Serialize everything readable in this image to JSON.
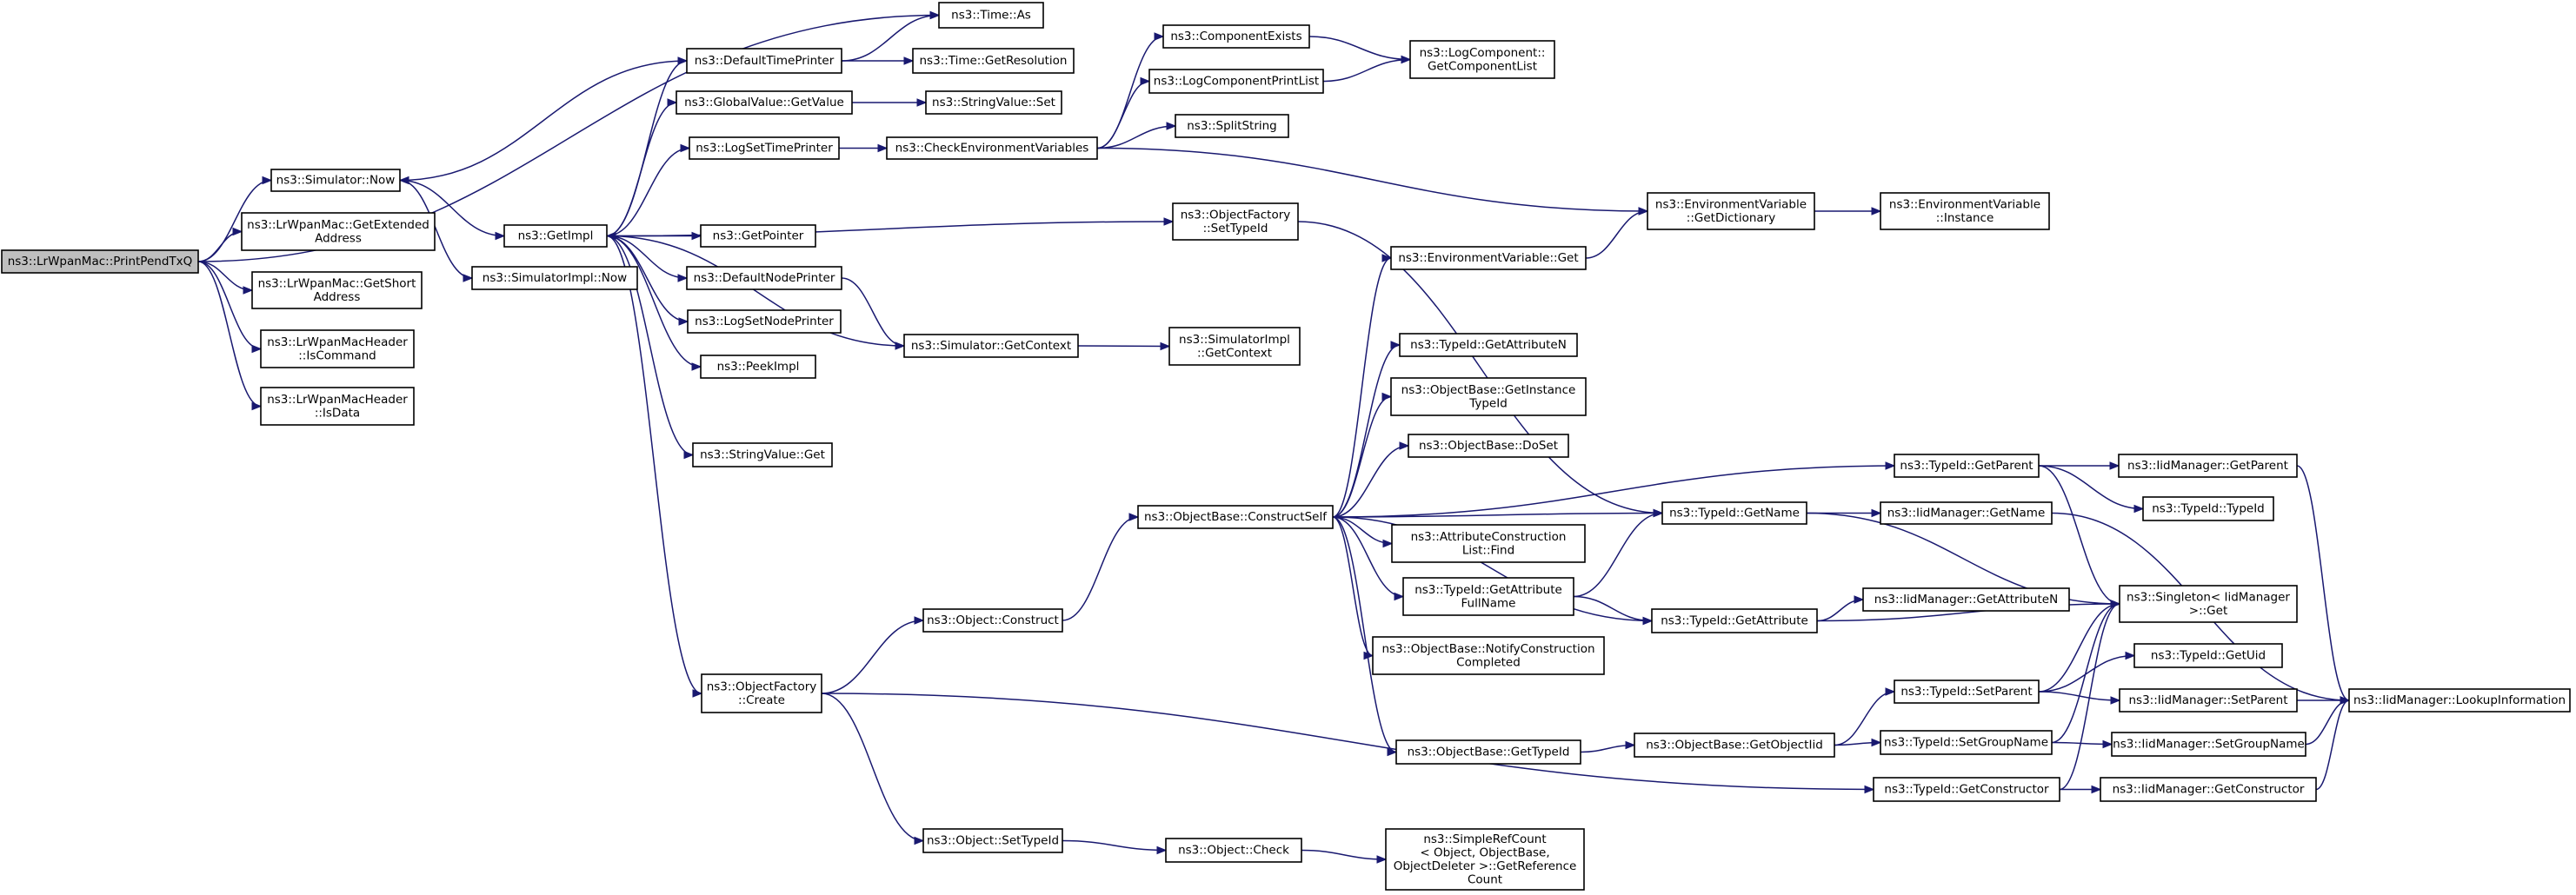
{
  "nodes": [
    {
      "id": "printPend",
      "lines": [
        "ns3::LrWpanMac::PrintPendTxQ"
      ],
      "root": true
    },
    {
      "id": "simNow",
      "lines": [
        "ns3::Simulator::Now"
      ]
    },
    {
      "id": "getExtAddr",
      "lines": [
        "ns3::LrWpanMac::GetExtended",
        "Address"
      ]
    },
    {
      "id": "getShortAddr",
      "lines": [
        "ns3::LrWpanMac::GetShort",
        "Address"
      ]
    },
    {
      "id": "isCommand",
      "lines": [
        "ns3::LrWpanMacHeader",
        "::IsCommand"
      ]
    },
    {
      "id": "isData",
      "lines": [
        "ns3::LrWpanMacHeader",
        "::IsData"
      ]
    },
    {
      "id": "getImpl",
      "lines": [
        "ns3::GetImpl"
      ]
    },
    {
      "id": "simImplNow",
      "lines": [
        "ns3::SimulatorImpl::Now"
      ]
    },
    {
      "id": "timeAs",
      "lines": [
        "ns3::Time::As"
      ]
    },
    {
      "id": "defTimePrinter",
      "lines": [
        "ns3::DefaultTimePrinter"
      ]
    },
    {
      "id": "timeGetRes",
      "lines": [
        "ns3::Time::GetResolution"
      ]
    },
    {
      "id": "gvGetValue",
      "lines": [
        "ns3::GlobalValue::GetValue"
      ]
    },
    {
      "id": "svSet",
      "lines": [
        "ns3::StringValue::Set"
      ]
    },
    {
      "id": "logSetTimePrinter",
      "lines": [
        "ns3::LogSetTimePrinter"
      ]
    },
    {
      "id": "checkEnv",
      "lines": [
        "ns3::CheckEnvironmentVariables"
      ]
    },
    {
      "id": "compExists",
      "lines": [
        "ns3::ComponentExists"
      ]
    },
    {
      "id": "logCompPrintList",
      "lines": [
        "ns3::LogComponentPrintList"
      ]
    },
    {
      "id": "logCompGetList",
      "lines": [
        "ns3::LogComponent::",
        "GetComponentList"
      ]
    },
    {
      "id": "splitString",
      "lines": [
        "ns3::SplitString"
      ]
    },
    {
      "id": "envGetDict",
      "lines": [
        "ns3::EnvironmentVariable",
        "::GetDictionary"
      ]
    },
    {
      "id": "envInstance",
      "lines": [
        "ns3::EnvironmentVariable",
        "::Instance"
      ]
    },
    {
      "id": "getPointer",
      "lines": [
        "ns3::GetPointer"
      ]
    },
    {
      "id": "ofSetTypeId",
      "lines": [
        "ns3::ObjectFactory",
        "::SetTypeId"
      ]
    },
    {
      "id": "defNodePrinter",
      "lines": [
        "ns3::DefaultNodePrinter"
      ]
    },
    {
      "id": "logSetNodePrinter",
      "lines": [
        "ns3::LogSetNodePrinter"
      ]
    },
    {
      "id": "peekImpl",
      "lines": [
        "ns3::PeekImpl"
      ]
    },
    {
      "id": "simGetContext",
      "lines": [
        "ns3::Simulator::GetContext"
      ]
    },
    {
      "id": "simImplGetContext",
      "lines": [
        "ns3::SimulatorImpl",
        "::GetContext"
      ]
    },
    {
      "id": "svGet",
      "lines": [
        "ns3::StringValue::Get"
      ]
    },
    {
      "id": "envGet",
      "lines": [
        "ns3::EnvironmentVariable::Get"
      ]
    },
    {
      "id": "tidGetAttrN",
      "lines": [
        "ns3::TypeId::GetAttributeN"
      ]
    },
    {
      "id": "obGetInstTid",
      "lines": [
        "ns3::ObjectBase::GetInstance",
        "TypeId"
      ]
    },
    {
      "id": "obDoSet",
      "lines": [
        "ns3::ObjectBase::DoSet"
      ]
    },
    {
      "id": "obConstructSelf",
      "lines": [
        "ns3::ObjectBase::ConstructSelf"
      ]
    },
    {
      "id": "attrConstrFind",
      "lines": [
        "ns3::AttributeConstruction",
        "List::Find"
      ]
    },
    {
      "id": "tidGetAttrFull",
      "lines": [
        "ns3::TypeId::GetAttribute",
        "FullName"
      ]
    },
    {
      "id": "obNotifyConstr",
      "lines": [
        "ns3::ObjectBase::NotifyConstruction",
        "Completed"
      ]
    },
    {
      "id": "obGetTid",
      "lines": [
        "ns3::ObjectBase::GetTypeId"
      ]
    },
    {
      "id": "objConstruct",
      "lines": [
        "ns3::Object::Construct"
      ]
    },
    {
      "id": "ofCreate",
      "lines": [
        "ns3::ObjectFactory",
        "::Create"
      ]
    },
    {
      "id": "objSetTid",
      "lines": [
        "ns3::Object::SetTypeId"
      ]
    },
    {
      "id": "objCheck",
      "lines": [
        "ns3::Object::Check"
      ]
    },
    {
      "id": "srcGetRef",
      "lines": [
        "ns3::SimpleRefCount",
        "< Object, ObjectBase,",
        "ObjectDeleter >::GetReference",
        "Count"
      ]
    },
    {
      "id": "tidGetParent",
      "lines": [
        "ns3::TypeId::GetParent"
      ]
    },
    {
      "id": "tidGetName",
      "lines": [
        "ns3::TypeId::GetName"
      ]
    },
    {
      "id": "tidGetAttr",
      "lines": [
        "ns3::TypeId::GetAttribute"
      ]
    },
    {
      "id": "obGetObjTid",
      "lines": [
        "ns3::ObjectBase::GetObjectIid"
      ]
    },
    {
      "id": "tidSetParent",
      "lines": [
        "ns3::TypeId::SetParent"
      ]
    },
    {
      "id": "tidSetGroup",
      "lines": [
        "ns3::TypeId::SetGroupName"
      ]
    },
    {
      "id": "tidGetCtor",
      "lines": [
        "ns3::TypeId::GetConstructor"
      ]
    },
    {
      "id": "iidGetParent",
      "lines": [
        "ns3::IidManager::GetParent"
      ]
    },
    {
      "id": "tidTypeId",
      "lines": [
        "ns3::TypeId::TypeId"
      ]
    },
    {
      "id": "iidGetName",
      "lines": [
        "ns3::IidManager::GetName"
      ]
    },
    {
      "id": "singletonGet",
      "lines": [
        "ns3::Singleton< IidManager",
        " >::Get"
      ]
    },
    {
      "id": "iidGetAttrN",
      "lines": [
        "ns3::IidManager::GetAttributeN"
      ]
    },
    {
      "id": "tidGetUid",
      "lines": [
        "ns3::TypeId::GetUid"
      ]
    },
    {
      "id": "iidSetParent",
      "lines": [
        "ns3::IidManager::SetParent"
      ]
    },
    {
      "id": "iidSetGroup",
      "lines": [
        "ns3::IidManager::SetGroupName"
      ]
    },
    {
      "id": "iidGetCtor",
      "lines": [
        "ns3::IidManager::GetConstructor"
      ]
    },
    {
      "id": "iidLookup",
      "lines": [
        "ns3::IidManager::LookupInformation"
      ]
    }
  ],
  "edges": [
    [
      "printPend",
      "timeAs"
    ],
    [
      "printPend",
      "simNow"
    ],
    [
      "printPend",
      "getExtAddr"
    ],
    [
      "printPend",
      "getShortAddr"
    ],
    [
      "printPend",
      "isCommand"
    ],
    [
      "printPend",
      "isData"
    ],
    [
      "simNow",
      "getImpl"
    ],
    [
      "simNow",
      "simImplNow"
    ],
    [
      "getImpl",
      "defTimePrinter"
    ],
    [
      "getImpl",
      "gvGetValue"
    ],
    [
      "getImpl",
      "logSetTimePrinter"
    ],
    [
      "getImpl",
      "ofSetTypeId"
    ],
    [
      "getImpl",
      "getPointer"
    ],
    [
      "getImpl",
      "defNodePrinter"
    ],
    [
      "getImpl",
      "logSetNodePrinter"
    ],
    [
      "getImpl",
      "peekImpl"
    ],
    [
      "getImpl",
      "svGet"
    ],
    [
      "getImpl",
      "ofCreate"
    ],
    [
      "defTimePrinter",
      "timeAs"
    ],
    [
      "defTimePrinter",
      "timeGetRes"
    ],
    [
      "defTimePrinter",
      "simNow"
    ],
    [
      "gvGetValue",
      "svSet"
    ],
    [
      "logSetTimePrinter",
      "checkEnv"
    ],
    [
      "checkEnv",
      "compExists"
    ],
    [
      "checkEnv",
      "logCompPrintList"
    ],
    [
      "checkEnv",
      "splitString"
    ],
    [
      "checkEnv",
      "envGetDict"
    ],
    [
      "compExists",
      "logCompGetList"
    ],
    [
      "logCompPrintList",
      "logCompGetList"
    ],
    [
      "envGetDict",
      "envInstance"
    ],
    [
      "ofSetTypeId",
      "tidGetName"
    ],
    [
      "defNodePrinter",
      "simGetContext"
    ],
    [
      "simGetContext",
      "getImpl"
    ],
    [
      "simGetContext",
      "simImplGetContext"
    ],
    [
      "ofCreate",
      "objConstruct"
    ],
    [
      "ofCreate",
      "objSetTid"
    ],
    [
      "ofCreate",
      "tidGetCtor"
    ],
    [
      "objConstruct",
      "obConstructSelf"
    ],
    [
      "objSetTid",
      "objCheck"
    ],
    [
      "objCheck",
      "srcGetRef"
    ],
    [
      "obConstructSelf",
      "envGet"
    ],
    [
      "obConstructSelf",
      "tidGetParent"
    ],
    [
      "obConstructSelf",
      "tidGetAttrN"
    ],
    [
      "obConstructSelf",
      "obGetInstTid"
    ],
    [
      "obConstructSelf",
      "obDoSet"
    ],
    [
      "obConstructSelf",
      "tidGetName"
    ],
    [
      "obConstructSelf",
      "attrConstrFind"
    ],
    [
      "obConstructSelf",
      "tidGetAttrFull"
    ],
    [
      "obConstructSelf",
      "tidGetAttr"
    ],
    [
      "obConstructSelf",
      "obNotifyConstr"
    ],
    [
      "obConstructSelf",
      "obGetTid"
    ],
    [
      "envGet",
      "envGetDict"
    ],
    [
      "tidGetAttrFull",
      "tidGetName"
    ],
    [
      "tidGetAttrFull",
      "tidGetAttr"
    ],
    [
      "obGetTid",
      "obGetObjTid"
    ],
    [
      "obGetObjTid",
      "tidSetParent"
    ],
    [
      "obGetObjTid",
      "tidSetGroup"
    ],
    [
      "tidGetParent",
      "iidGetParent"
    ],
    [
      "tidGetParent",
      "tidTypeId"
    ],
    [
      "tidGetParent",
      "singletonGet"
    ],
    [
      "tidGetName",
      "iidGetName"
    ],
    [
      "tidGetName",
      "singletonGet"
    ],
    [
      "tidGetAttr",
      "iidGetAttrN"
    ],
    [
      "tidGetAttr",
      "singletonGet"
    ],
    [
      "tidSetParent",
      "tidGetUid"
    ],
    [
      "tidSetParent",
      "iidSetParent"
    ],
    [
      "tidSetParent",
      "singletonGet"
    ],
    [
      "tidSetGroup",
      "iidSetGroup"
    ],
    [
      "tidSetGroup",
      "singletonGet"
    ],
    [
      "tidGetCtor",
      "iidGetCtor"
    ],
    [
      "tidGetCtor",
      "singletonGet"
    ],
    [
      "iidGetParent",
      "iidLookup"
    ],
    [
      "iidGetName",
      "iidLookup"
    ],
    [
      "iidSetParent",
      "iidLookup"
    ],
    [
      "iidSetGroup",
      "iidLookup"
    ],
    [
      "iidGetCtor",
      "iidLookup"
    ]
  ],
  "colors": {
    "edge": "#191970",
    "node_border": "#000000",
    "root_fill": "#bfbfbf",
    "node_fill": "#ffffff"
  }
}
